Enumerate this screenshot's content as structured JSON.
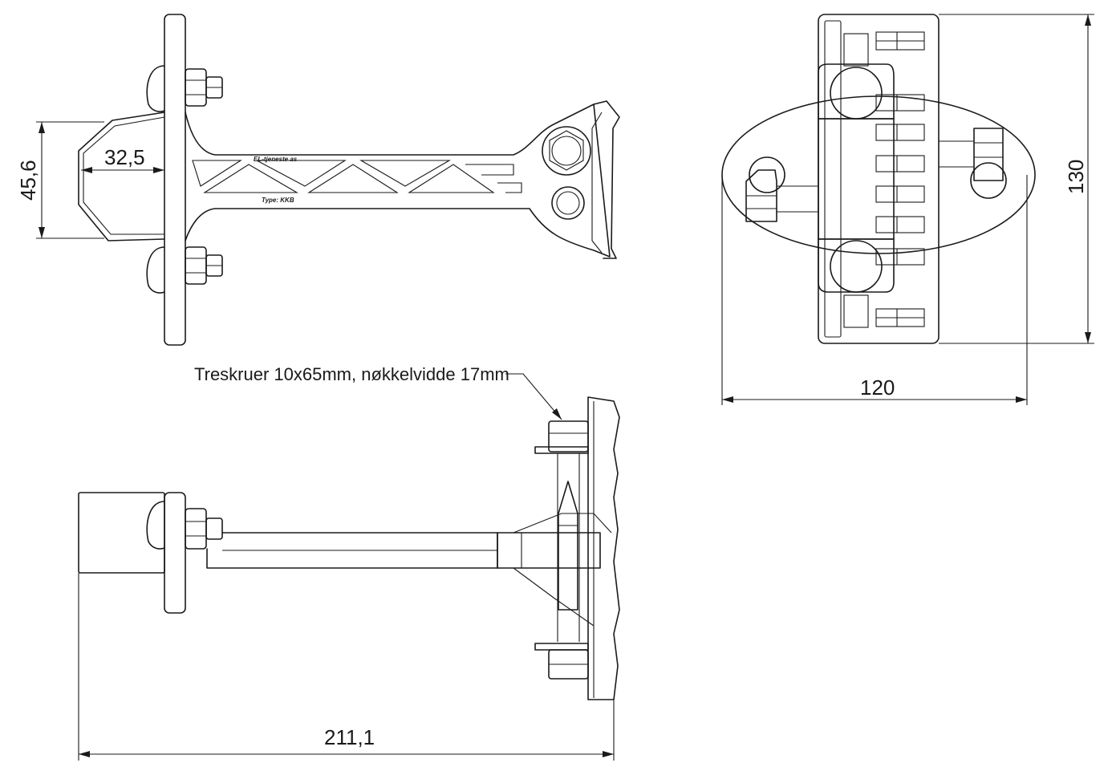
{
  "drawing": {
    "dimensions": {
      "clamp_depth": "32,5",
      "clamp_height": "45,6",
      "plate_height": "130",
      "plate_width": "120",
      "total_length": "211,1"
    },
    "note": "Treskruer 10x65mm, nøkkelvidde 17mm",
    "arm_stamp": {
      "maker": "EL-tjeneste as",
      "type": "Type: KKB"
    }
  }
}
